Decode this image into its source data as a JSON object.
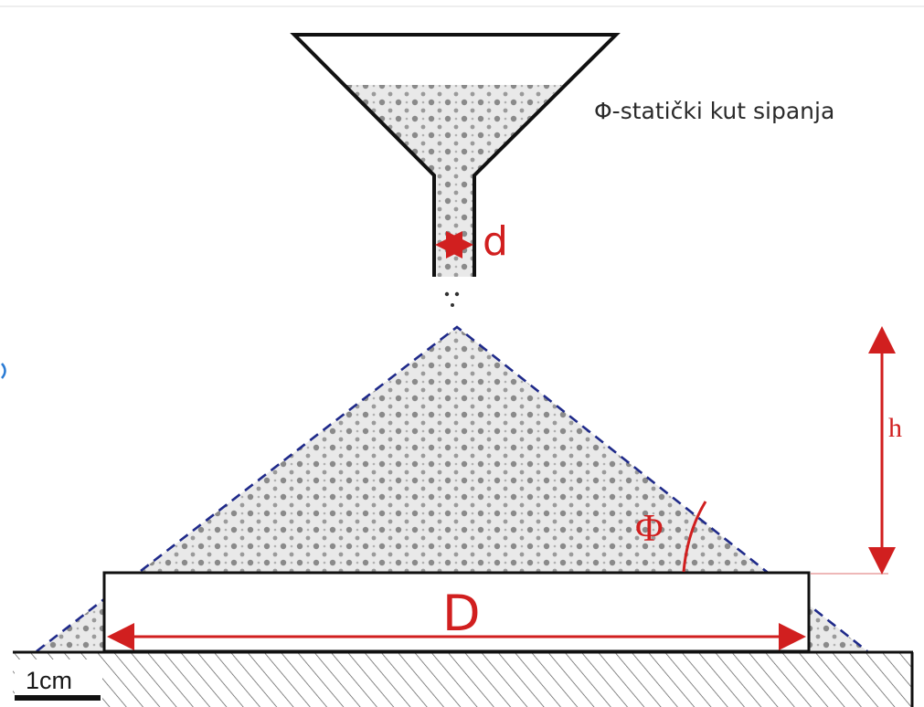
{
  "caption": "Φ-statički kut sipanja",
  "labels": {
    "d": "d",
    "D": "D",
    "h": "h",
    "phi": "Φ"
  },
  "scale_bar": {
    "label": "1cm"
  },
  "colors": {
    "dimension": "#d11f1f",
    "dashed_outline": "#1f2a8a",
    "outline": "#111111",
    "sand_fill": "#e9e9e9",
    "sand_dots": "#8a8a8a"
  }
}
